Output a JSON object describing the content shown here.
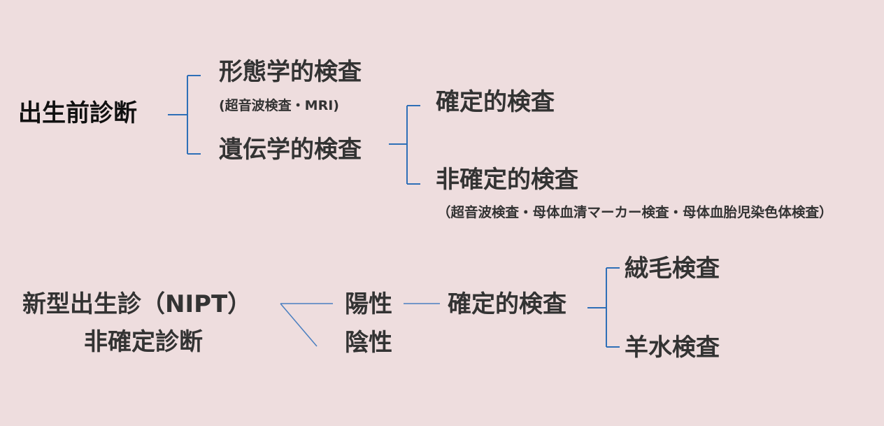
{
  "colors": {
    "background": "#eeddde",
    "text_primary": "#111111",
    "text_secondary": "#333333",
    "bracket_line": "#2e6fb7",
    "plain_line": "#4a7fc0"
  },
  "prenatal": {
    "root": "出生前診断",
    "morphological": "形態学的検査",
    "morphological_note": "(超音波検査・MRI)",
    "genetic": "遺伝学的検査",
    "definitive": "確定的検査",
    "nondefinitive": "非確定的検査",
    "nondefinitive_note": "（超音波検査・母体血清マーカー検査・母体血胎児染色体検査）"
  },
  "nipt": {
    "title": "新型出生診（NIPT）",
    "subtitle": "非確定診断",
    "positive": "陽性",
    "negative": "陰性",
    "definitive": "確定的検査",
    "chorionic": "絨毛検査",
    "amniotic": "羊水検査"
  }
}
